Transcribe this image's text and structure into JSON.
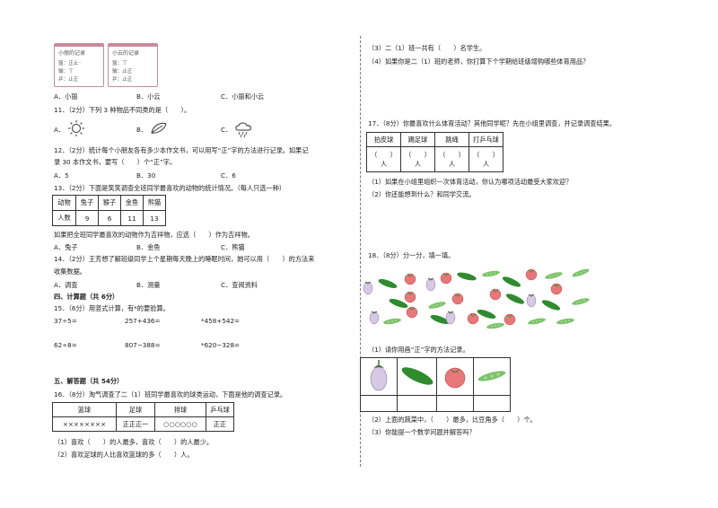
{
  "left": {
    "notes": [
      {
        "title": "小丽的记录",
        "lines": [
          "篮：正止⁻",
          "输：丅",
          "乒：止正"
        ]
      },
      {
        "title": "小云的记录",
        "lines": [
          "篮：丅",
          "输：止正",
          "乒：止正"
        ]
      }
    ],
    "q10_options": [
      "A．小丽",
      "B．小云",
      "C．小丽和小云"
    ],
    "q11": "11．（2分）下列 3 种物品不同类的是（　　）。",
    "q11_options": [
      "A．",
      "B．",
      "C．"
    ],
    "q12_line1": "12．（2分）统计每个小朋友各有多少本作文书，可以用写“正”字的方法进行记录。如果记",
    "q12_line2": "录 30 本作文书，要写（　　）个“正”字。",
    "q12_options": [
      "A．5",
      "B．30",
      "C．6"
    ],
    "q13": "13．（2分）下面是笑笑调查全班同学最喜欢的动物的统计情况。（每人只选一种）",
    "q13_table": {
      "header": [
        "动物",
        "兔子",
        "猴子",
        "金鱼",
        "熊猫"
      ],
      "row": [
        "人数",
        "9",
        "6",
        "11",
        "13"
      ]
    },
    "q13_after": "如果把全班同学最喜欢的动物作为吉祥物，应选（　　）作为吉祥物。",
    "q13_options": [
      "A．兔子",
      "B．金鱼",
      "C．熊猫"
    ],
    "q14_line1": "14．（2分）王芳想了解班级同学上个星期每天晚上的睡眠时间，她可以用（　　）的方法来",
    "q14_line2": "收集数据。",
    "q14_options": [
      "A．调查",
      "B．测量",
      "C．查阅资料"
    ],
    "sec4": "四、计算题（共 6分）",
    "q15": "15．（6分）用竖式计算，有*的要验算。",
    "calc_row1": [
      "37÷5=",
      "257+436=",
      "*458+542="
    ],
    "calc_row2": [
      "62÷8=",
      "807−388=",
      "*620−328="
    ],
    "sec5": "五、解答题（共 54分）",
    "q16": "16．（8分）淘气调查了二（1）班同学最喜欢的球类运动，下面是他的调查记录。",
    "q16_table": {
      "header": [
        "篮球",
        "足球",
        "排球",
        "乒乓球"
      ],
      "row": [
        "××××××××",
        "正正正一",
        "○○○○○○",
        "正正"
      ]
    },
    "q16_a": "（1）喜欢（　　）的人最多，喜欢（　　）的人最少。",
    "q16_b": "（2）喜欢足球的人比喜欢篮球的多（　　）人。"
  },
  "right": {
    "q16_c": "（3）二（1）班一共有（　　）名学生。",
    "q16_d": "（4）如果你是二（1）班的老师，你打算下个学期给班级增购哪些体育用品？",
    "q17": "17．（8分）你最喜欢什么体育活动？其他同学呢？先在小组里调查，并记录调查结果。",
    "q17_table": {
      "header": [
        "拍皮球",
        "踢足球",
        "跳绳",
        "打乒乓球"
      ],
      "row1": [
        "（　　）",
        "（　　）",
        "（　　）",
        "（　　）"
      ],
      "row2": [
        "人",
        "人",
        "人",
        "人"
      ]
    },
    "q17_a": "（1）如果在小组里组织一次体育活动，你认为哪项活动最受大家欢迎？",
    "q17_b": "（2）你还能想到什么？和同学交流。",
    "q18": "18．（8分）分一分，填一填。",
    "q18_1": "（1）请你用画“正”字的方法记录。",
    "q18_2": "（2）上面的蔬菜中，（　　）最多，比豆角多（　　）个。",
    "q18_3": "（3）你能提一个数学问题并解答吗？"
  },
  "colors": {
    "eggplant": "#d7c8e6",
    "cucumber": "#2e8b2e",
    "tomato": "#e8777a",
    "bean": "#7cc36b",
    "note_border": "#c98a9a"
  }
}
